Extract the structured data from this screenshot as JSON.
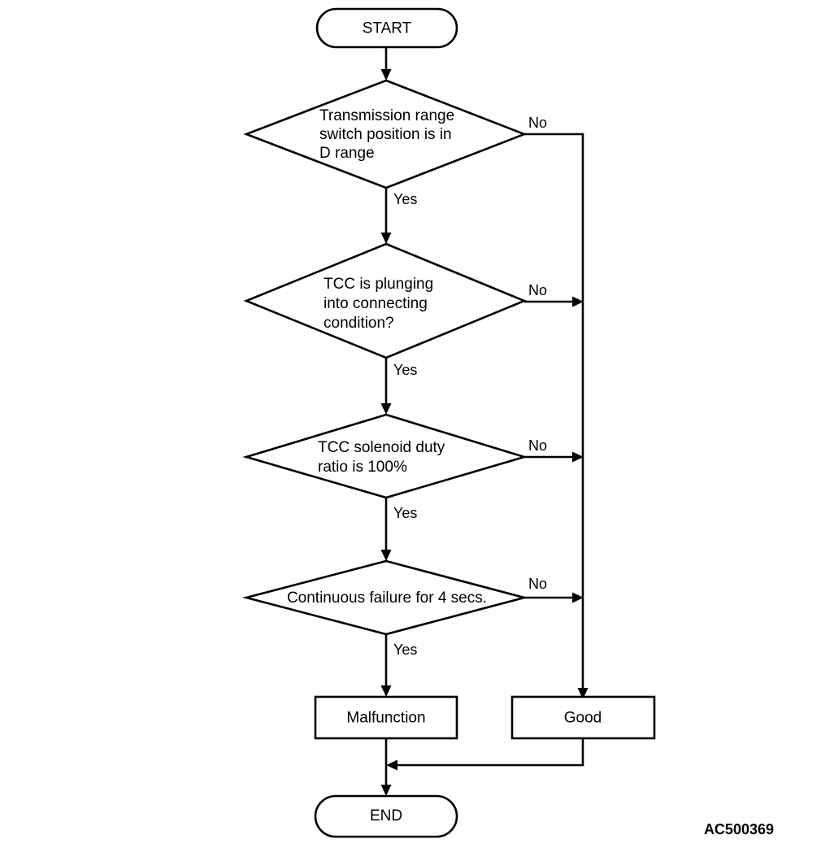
{
  "diagram": {
    "title_code": "AC500369",
    "type": "flowchart",
    "background_color": "#ffffff",
    "line_color": "#000000",
    "nodes": [
      {
        "id": "start",
        "shape": "terminator",
        "label": "START"
      },
      {
        "id": "decision-range",
        "shape": "decision",
        "lines": [
          "Transmission range",
          "switch position is in",
          "D range"
        ],
        "yes_label": "Yes",
        "no_label": "No"
      },
      {
        "id": "decision-tcc-plunging",
        "shape": "decision",
        "lines": [
          "TCC is plunging",
          "into connecting",
          "condition?"
        ],
        "yes_label": "Yes",
        "no_label": "No"
      },
      {
        "id": "decision-duty-ratio",
        "shape": "decision",
        "lines": [
          "TCC solenoid duty",
          "ratio is 100%"
        ],
        "yes_label": "Yes",
        "no_label": "No"
      },
      {
        "id": "decision-continuous-failure",
        "shape": "decision",
        "lines": [
          "Continuous failure for 4 secs."
        ],
        "yes_label": "Yes",
        "no_label": "No"
      },
      {
        "id": "malfunction",
        "shape": "process",
        "label": "Malfunction"
      },
      {
        "id": "good",
        "shape": "process",
        "label": "Good"
      },
      {
        "id": "end",
        "shape": "terminator",
        "label": "END"
      }
    ]
  }
}
